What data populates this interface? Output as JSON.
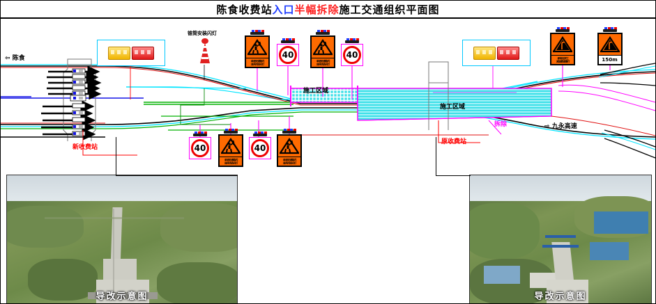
{
  "title": {
    "part1": "陈食收费站",
    "part2": "入口",
    "part3": "半幅拆除",
    "part4": "施工交通组织平面图",
    "full": "陈食收费站入口半幅拆除施工交通组织平面图",
    "colors": {
      "black": "#000000",
      "blue": "#1e3cff",
      "red": "#ff2020"
    }
  },
  "directions": {
    "left": {
      "arrow": "⇦",
      "label": "陈食"
    },
    "right": {
      "arrow": "⇨",
      "label": "九永高速"
    }
  },
  "annotations": {
    "new_toll": "新收费站",
    "old_toll": "原收费站",
    "work_zone_left": "施工区域",
    "work_zone_right": "施工区域",
    "demolition": "拆除",
    "cone_note": "锥筒安装闪灯"
  },
  "signs": {
    "construction_caption": "单道双通路闪\n速关闭选光灯",
    "merge_caption": "即将右拼工\n减速靠道慢行",
    "distance": "150m",
    "speed_limit": "40",
    "lamp_colors": [
      "#1e3cff",
      "#ee0000",
      "#1e3cff",
      "#ee0000"
    ],
    "sign_body_color": "#ff6a00",
    "speed_ring_color": "#ee0000",
    "post_color": "#ff00ff",
    "top_row": [
      {
        "type": "construction",
        "caption": "单道双通路闪\n速关闭选光灯"
      },
      {
        "type": "speed",
        "value": "40"
      },
      {
        "type": "construction",
        "caption": "单道双通路闪\n速关闭选光灯"
      },
      {
        "type": "speed",
        "value": "40"
      },
      {
        "type": "merge",
        "caption": "即将右拼工\n减速靠道慢行"
      },
      {
        "type": "merge-distance",
        "caption": "150m"
      }
    ],
    "bottom_row": [
      {
        "type": "speed",
        "value": "40"
      },
      {
        "type": "construction",
        "caption": "单道双通路闪\n速关闭选光灯"
      },
      {
        "type": "speed",
        "value": "40"
      },
      {
        "type": "construction",
        "caption": "单道双通路闪\n速关闭选光灯"
      }
    ]
  },
  "barriers": {
    "left_box": [
      {
        "color": "yellow"
      },
      {
        "color": "red"
      }
    ],
    "right_box": [
      {
        "color": "yellow"
      },
      {
        "color": "red"
      }
    ]
  },
  "photos": [
    {
      "caption": "导改示意图",
      "position": "left"
    },
    {
      "caption": "导改示意图",
      "position": "right"
    }
  ],
  "palette": {
    "cyan": "#00e5ff",
    "magenta": "#ff00ff",
    "red": "#ff0000",
    "green": "#00c000",
    "blue": "#0000ff",
    "black": "#000000",
    "hatch_fill": "#3ee0e8"
  }
}
